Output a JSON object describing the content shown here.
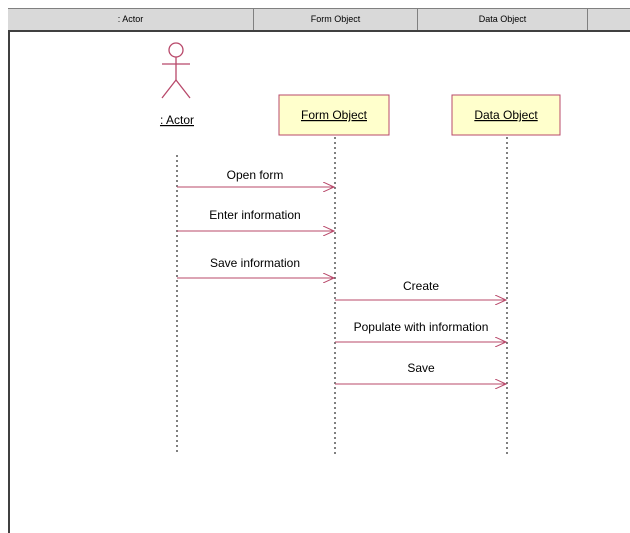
{
  "header": {
    "columns": [
      ": Actor",
      "Form Object",
      "Data Object",
      ""
    ]
  },
  "participants": {
    "actor": {
      "label": ": Actor",
      "icon": "stick-figure-icon"
    },
    "form": {
      "label": "Form Object"
    },
    "data": {
      "label": "Data Object"
    }
  },
  "messages": [
    {
      "label": "Open form",
      "from": "actor",
      "to": "form"
    },
    {
      "label": "Enter information",
      "from": "actor",
      "to": "form"
    },
    {
      "label": "Save information",
      "from": "actor",
      "to": "form"
    },
    {
      "label": "Create",
      "from": "form",
      "to": "data"
    },
    {
      "label": "Populate with information",
      "from": "form",
      "to": "data"
    },
    {
      "label": "Save",
      "from": "form",
      "to": "data"
    }
  ],
  "colors": {
    "accent": "#b8486a",
    "object_fill": "#ffffcc",
    "header_bg": "#d9d9d9"
  }
}
